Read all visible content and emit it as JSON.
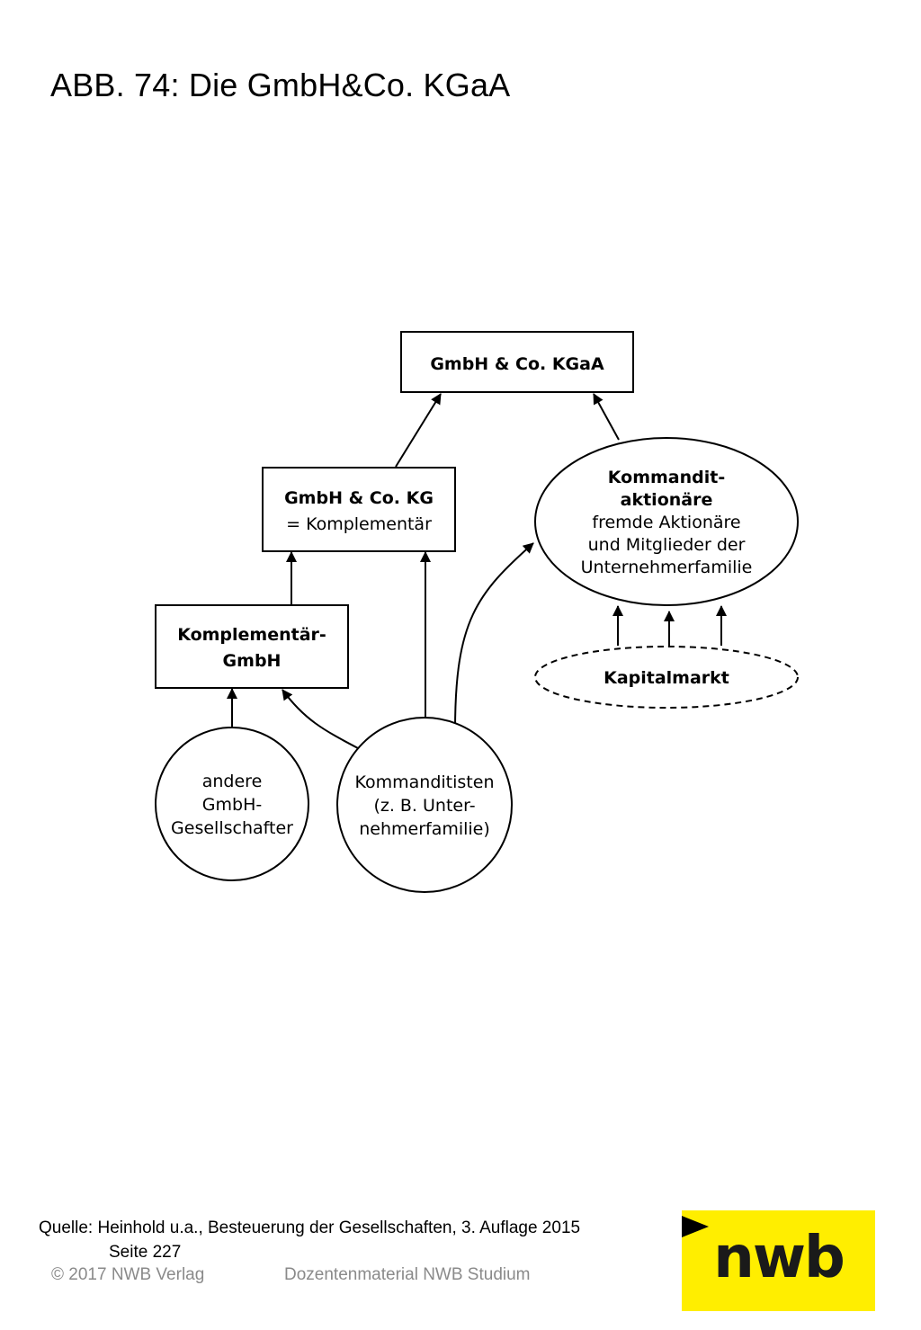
{
  "title": "ABB. 74: Die GmbH&Co. KGaA",
  "diagram": {
    "nodes": {
      "kgaa": {
        "line1": "GmbH & Co. KGaA"
      },
      "kg": {
        "line1": "GmbH & Co. KG",
        "line2": "= Komplementär"
      },
      "komplementaer_gmbh": {
        "line1": "Komplementär-",
        "line2": "GmbH"
      },
      "kommanditaktionaere": {
        "line1": "Kommandit-",
        "line2": "aktionäre",
        "line3": "fremde Aktionäre",
        "line4": "und Mitglieder der",
        "line5": "Unternehmerfamilie"
      },
      "kapitalmarkt": {
        "line1": "Kapitalmarkt"
      },
      "andere_gesellschafter": {
        "line1": "andere",
        "line2": "GmbH-",
        "line3": "Gesellschafter"
      },
      "kommanditisten": {
        "line1": "Kommanditisten",
        "line2": "(z. B. Unter-",
        "line3": "nehmerfamilie)"
      }
    }
  },
  "source": {
    "line1": "Quelle: Heinhold u.a., Besteuerung der Gesellschaften, 3. Auflage 2015",
    "line2": "Seite 227"
  },
  "footer": {
    "copyright": "© 2017 NWB Verlag",
    "material": "Dozentenmaterial NWB Studium"
  },
  "logo": {
    "text": "nwb",
    "background": "#ffee00"
  }
}
